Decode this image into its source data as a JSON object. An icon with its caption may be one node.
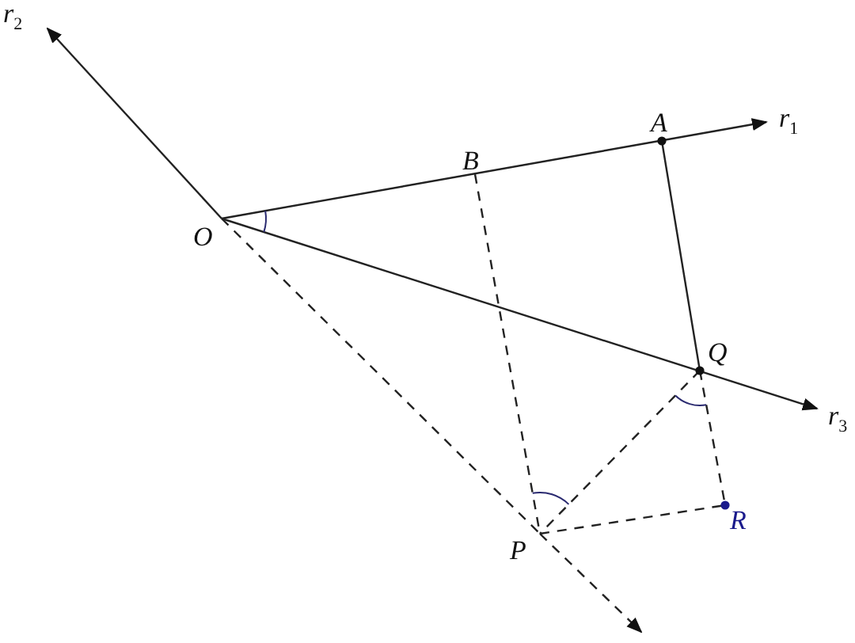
{
  "diagram": {
    "nodes": [
      {
        "text": [
          "O"
        ]
      },
      {
        "text": [
          "A"
        ]
      },
      {
        "text": [
          "B"
        ]
      },
      {
        "text": [
          "Q"
        ]
      },
      {
        "text": [
          "P"
        ]
      },
      {
        "text": [
          "R"
        ]
      },
      {
        "text": [
          "r$_{1}$"
        ]
      },
      {
        "text": [
          "r$_{2}$"
        ]
      },
      {
        "text": [
          "r$_{3}$"
        ]
      }
    ],
    "edges": [
      {
        "from": 0,
        "to": 6,
        "arrow": "to"
      },
      {
        "from": 0,
        "to": 7,
        "arrow": "to"
      },
      {
        "from": 0,
        "to": 8,
        "arrow": "to"
      },
      {
        "from": 1,
        "to": 3,
        "arrow": "none"
      },
      {
        "from": 2,
        "to": 4,
        "arrow": "none",
        "style": "dashed"
      },
      {
        "from": 0,
        "to": 4,
        "arrow": "none",
        "style": "dashed"
      },
      {
        "from": 4,
        "to": null,
        "arrow": "to",
        "style": "dashed"
      },
      {
        "from": 3,
        "to": 4,
        "arrow": "none",
        "style": "dashed"
      },
      {
        "from": 3,
        "to": 5,
        "arrow": "none",
        "style": "dashed"
      },
      {
        "from": 4,
        "to": 5,
        "arrow": "none",
        "style": "dashed"
      }
    ]
  }
}
